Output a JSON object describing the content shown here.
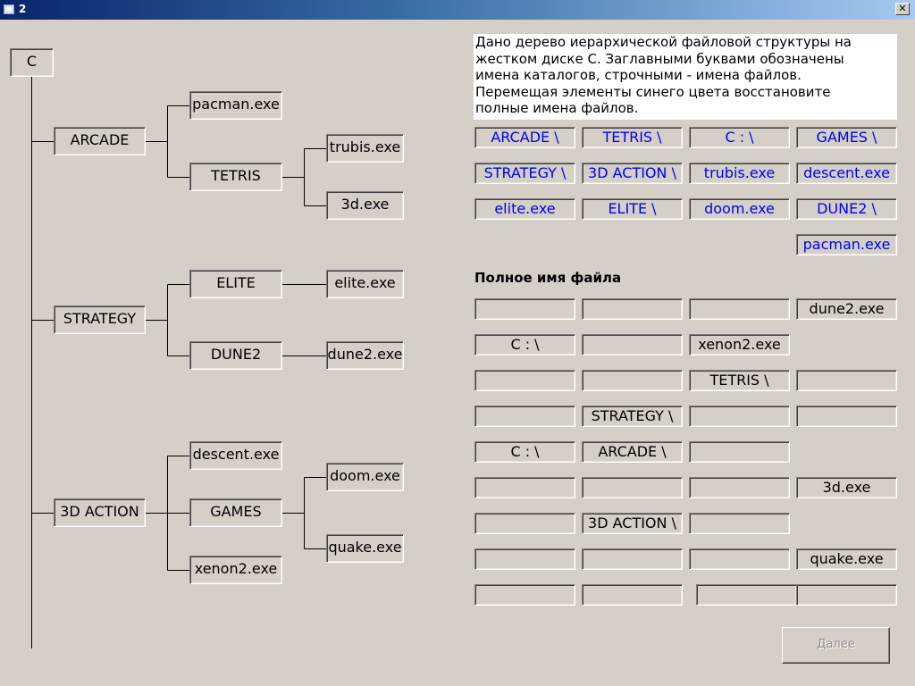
{
  "window": {
    "title": "2",
    "close_label": "✕"
  },
  "tree": {
    "root": "C",
    "arcade": "ARCADE",
    "pacman": "pacman.exe",
    "tetris": "TETRIS",
    "trubis": "trubis.exe",
    "d3": "3d.exe",
    "strategy": "STRATEGY",
    "elite": "ELITE",
    "elite_exe": "elite.exe",
    "dune2": "DUNE2",
    "dune2_exe": "dune2.exe",
    "action3d": "3D ACTION",
    "descent": "descent.exe",
    "games": "GAMES",
    "doom": "doom.exe",
    "quake": "quake.exe",
    "xenon2": "xenon2.exe"
  },
  "info": {
    "lines": [
      "Дано дерево иерархической файловой структуры на",
      "жестком диске С. Заглавными буквами обозначены",
      "имена каталогов, строчными - имена файлов.",
      "Перемещая элементы синего цвета восстановите",
      "полные имена файлов."
    ]
  },
  "chips": [
    "ARCADE \\",
    "TETRIS \\",
    "C : \\",
    "GAMES \\",
    "STRATEGY \\",
    "3D ACTION \\",
    "trubis.exe",
    "descent.exe",
    "elite.exe",
    "ELITE \\",
    "doom.exe",
    "DUNE2 \\",
    "pacman.exe"
  ],
  "full_name_label": "Полное имя файла",
  "grid": [
    [
      "",
      "",
      "",
      "dune2.exe"
    ],
    [
      "C : \\",
      "",
      "xenon2.exe"
    ],
    [
      "",
      "",
      "TETRIS \\",
      ""
    ],
    [
      "",
      "STRATEGY \\",
      "",
      ""
    ],
    [
      "C : \\",
      "ARCADE \\",
      ""
    ],
    [
      "",
      "",
      "",
      "3d.exe"
    ],
    [
      "",
      "3D ACTION \\",
      ""
    ],
    [
      "",
      "",
      "",
      "quake.exe"
    ],
    [
      "",
      "",
      "",
      ""
    ]
  ],
  "next_button": "Далее",
  "colors": {
    "chip_text": "#0000ee",
    "background": "#d4d0c8"
  }
}
